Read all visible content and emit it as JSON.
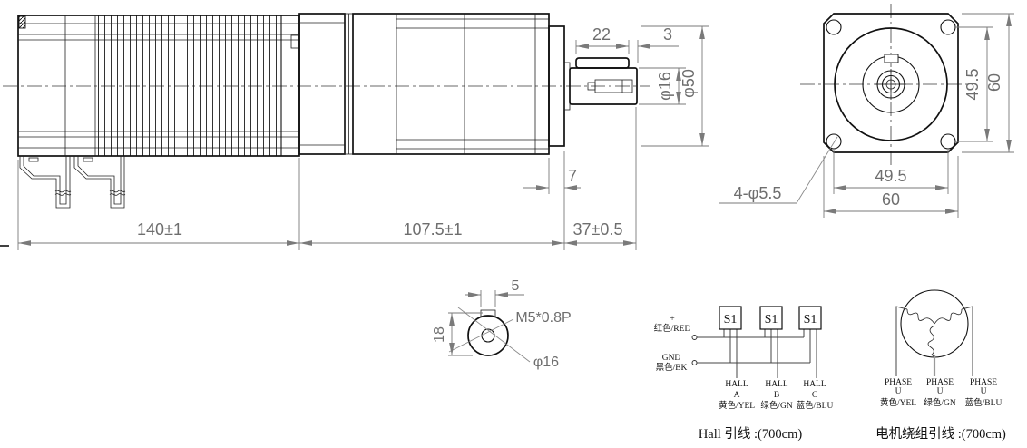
{
  "drawing": {
    "side_view": {
      "dim_motor_length": "140±1",
      "dim_gearbox_length": "107.5±1",
      "dim_shaft_length": "37±0.5",
      "dim_pilot_step": "7",
      "dim_key_length": "22",
      "dim_shaft_tip": "3",
      "dim_shaft_dia": "φ16",
      "dim_housing_dia": "φ50"
    },
    "front_view": {
      "dim_bolt_spacing_v": "49.5",
      "dim_flange_height": "60",
      "dim_bolt_spacing_h": "49.5",
      "dim_flange_width": "60",
      "label_mounting_holes": "4-φ5.5"
    },
    "shaft_section": {
      "dim_key_width": "5",
      "label_tap": "M5*0.8P",
      "dim_key_height": "18",
      "dim_shaft_dia": "φ16"
    },
    "hall_circuit": {
      "sensor_labels": [
        "S1",
        "S1",
        "S1"
      ],
      "supply_plus_sign": "+",
      "supply_plus_wire": "红色/RED",
      "supply_gnd": "GND",
      "supply_gnd_wire": "黑色/BK",
      "channels": [
        {
          "line1": "HALL",
          "line2": "A",
          "wire": "黄色/YEL"
        },
        {
          "line1": "HALL",
          "line2": "B",
          "wire": "绿色/GN"
        },
        {
          "line1": "HALL",
          "line2": "C",
          "wire": "蓝色/BLU"
        }
      ],
      "caption": "Hall 引线 :(700cm)"
    },
    "winding_circuit": {
      "phases": [
        {
          "line1": "PHASE",
          "line2": "U",
          "wire": "黄色/YEL"
        },
        {
          "line1": "PHASE",
          "line2": "U",
          "wire": "绿色/GN"
        },
        {
          "line1": "PHASE",
          "line2": "U",
          "wire": "蓝色/BLU"
        }
      ],
      "caption": "电机绕组引线 :(700cm)"
    },
    "colors": {
      "line": "#1a1a1a",
      "dim": "#7a7a7a",
      "background": "#ffffff"
    }
  }
}
